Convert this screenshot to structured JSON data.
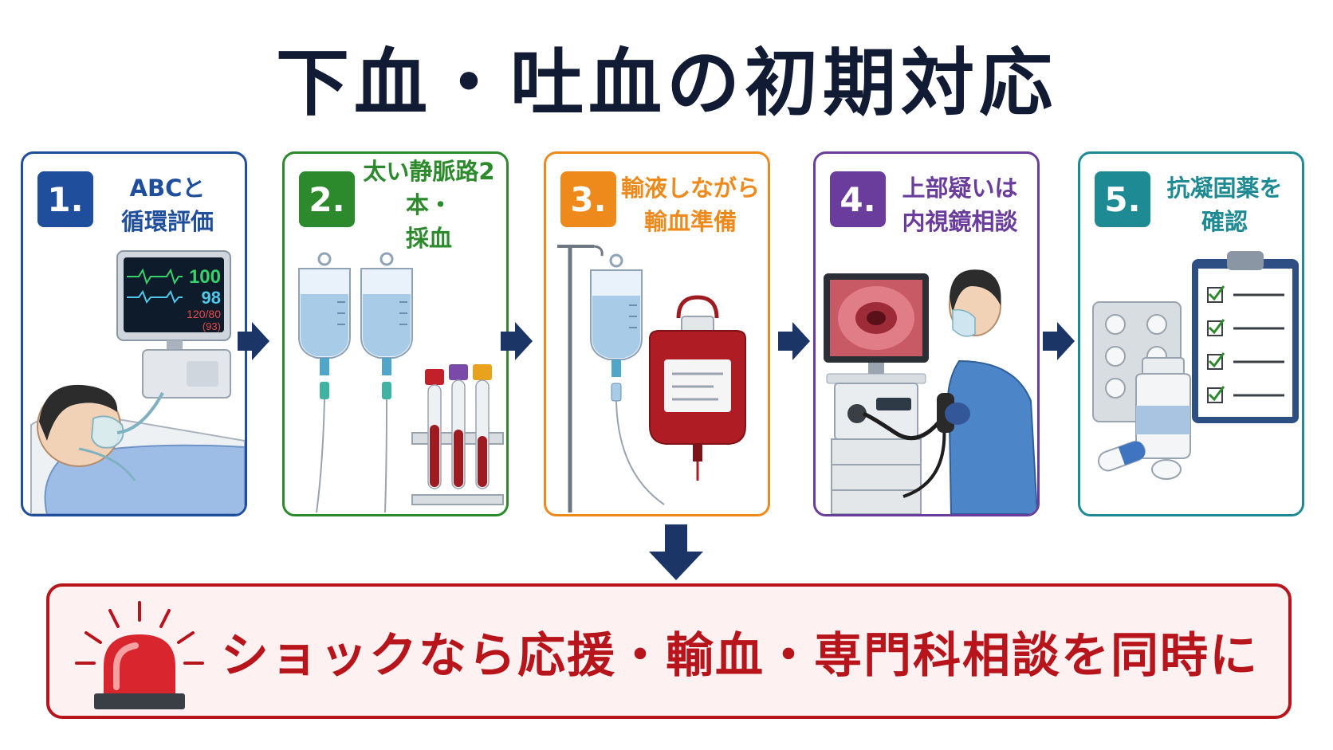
{
  "title": "下血・吐血の初期対応",
  "colors": {
    "title": "#111b33",
    "arrow": "#1a3566",
    "alert": "#b8141b",
    "alert_bg": "#fdf1f1"
  },
  "steps": [
    {
      "number": "1.",
      "line1": "ABCと",
      "line2": "循環評価",
      "color": "#1f4e9c",
      "icon": "patient-monitor-icon",
      "monitor": {
        "hr": "100",
        "spo2": "98",
        "bp": "120/80",
        "map": "(93)"
      }
    },
    {
      "number": "2.",
      "line1": "太い静脈路2本・",
      "line2": "採血",
      "color": "#2c8a2c",
      "icon": "iv-bags-blood-tubes-icon"
    },
    {
      "number": "3.",
      "line1": "輸液しながら",
      "line2": "輸血準備",
      "color": "#ee8a1c",
      "icon": "iv-and-blood-bag-icon"
    },
    {
      "number": "4.",
      "line1": "上部疑いは",
      "line2": "内視鏡相談",
      "color": "#6a3c9c",
      "icon": "endoscopy-icon"
    },
    {
      "number": "5.",
      "line1": "抗凝固薬を",
      "line2": "確認",
      "color": "#1e8a94",
      "icon": "medication-checklist-icon"
    }
  ],
  "alert": {
    "text": "ショックなら応援・輸血・専門科相談を同時に",
    "icon": "siren-icon"
  }
}
